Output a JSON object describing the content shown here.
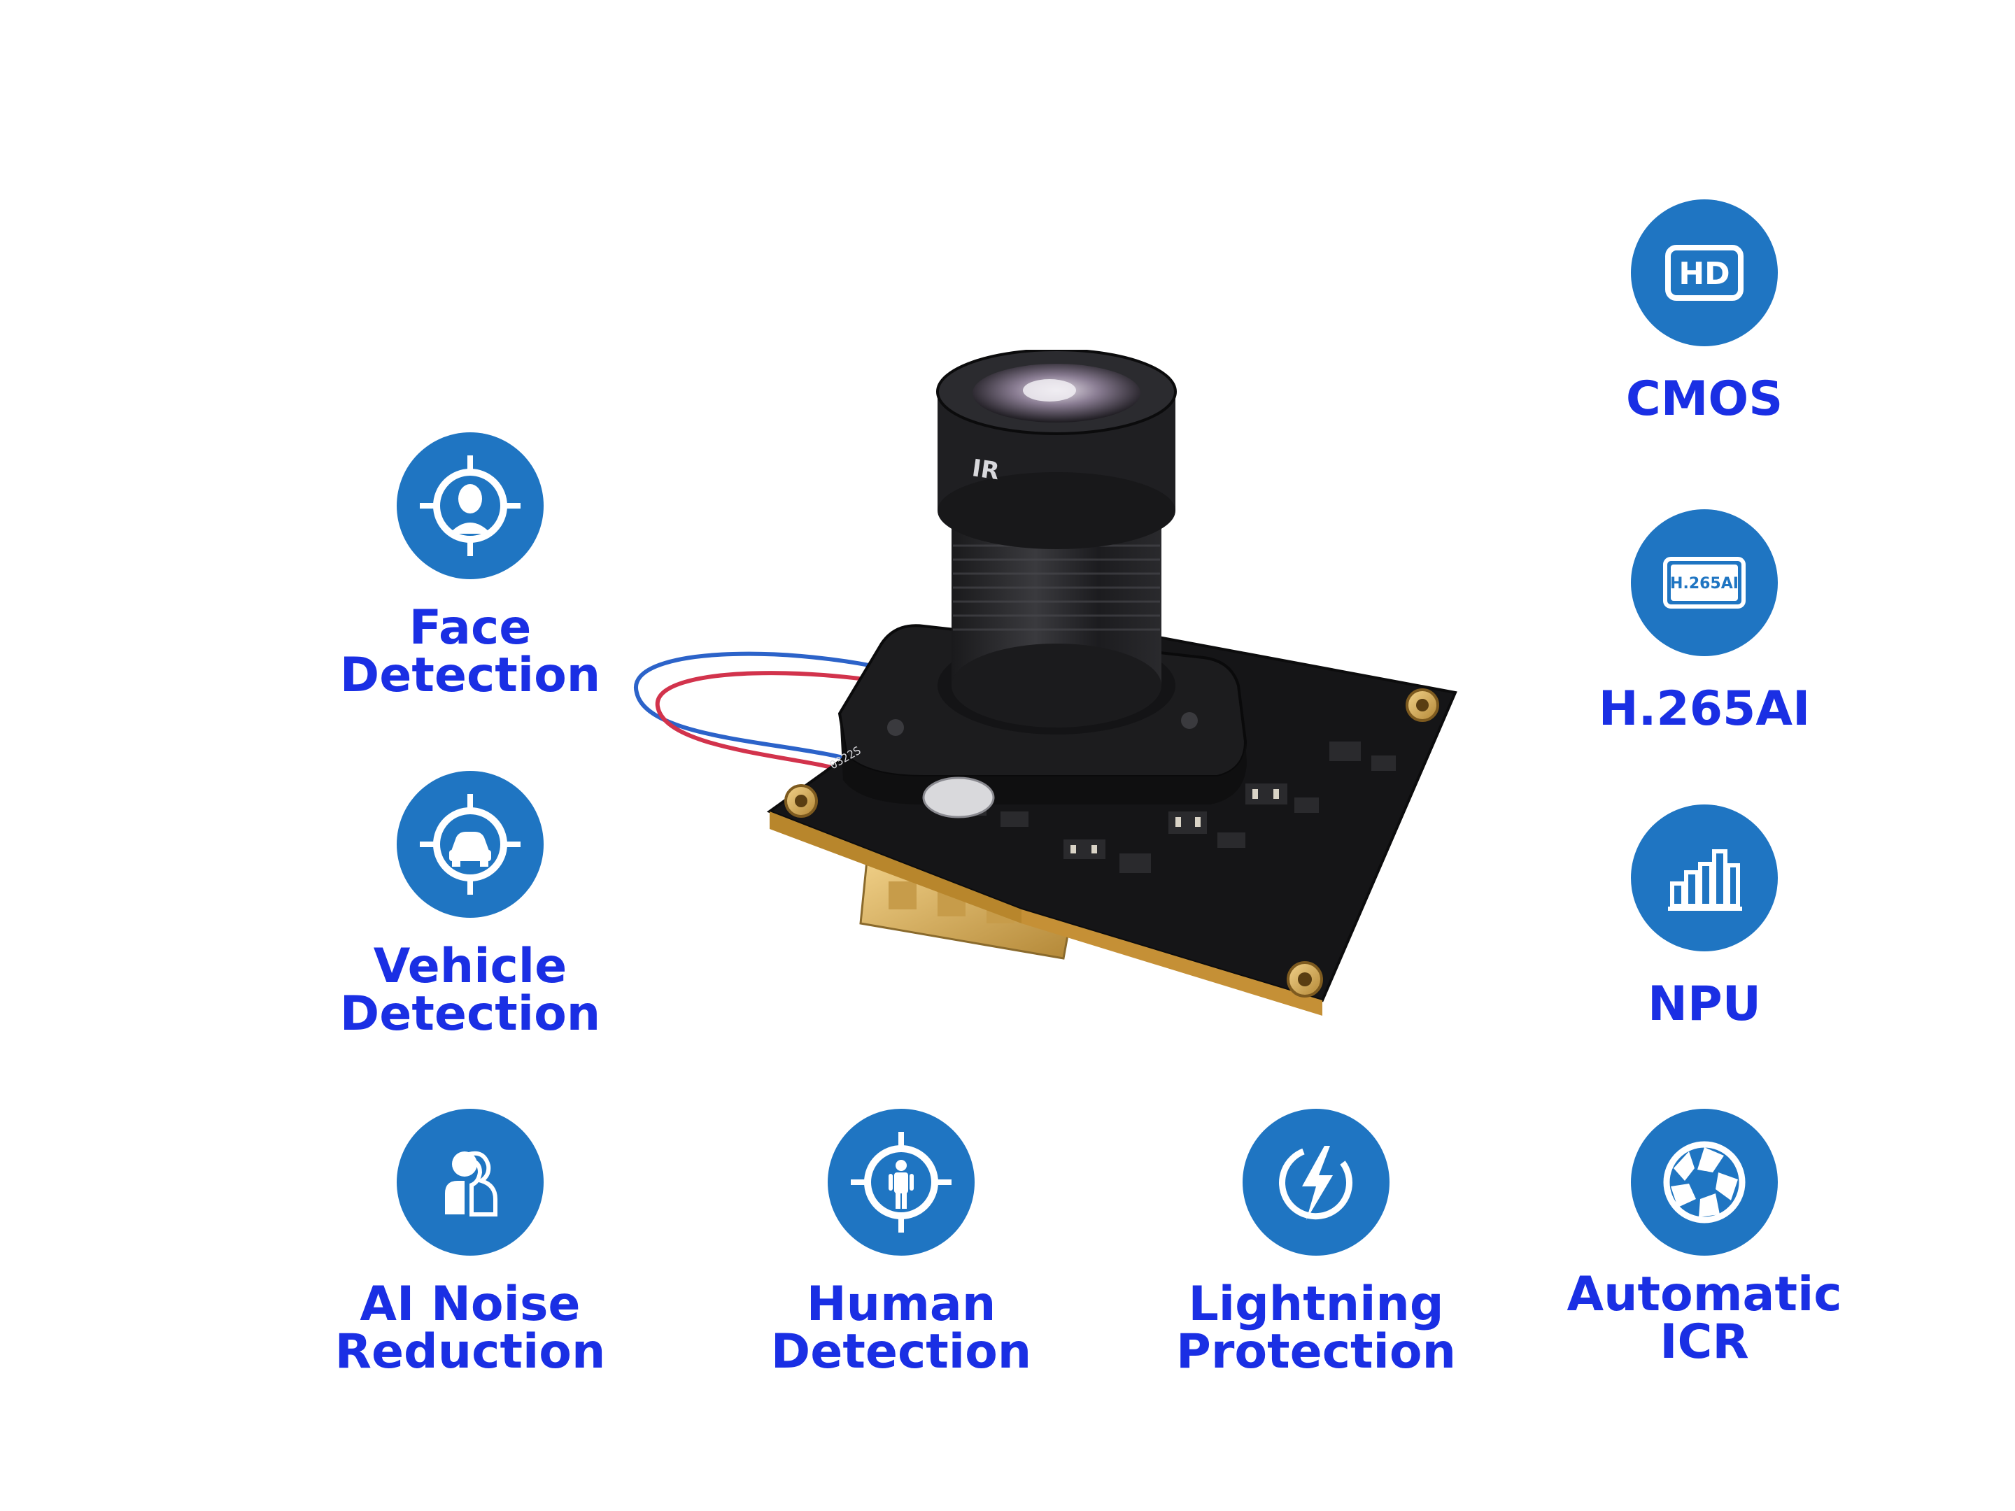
{
  "colors": {
    "icon_bg": "#1f75c2",
    "label_text": "#1a2fe4",
    "background": "#ffffff"
  },
  "product": {
    "lens_marking": "IR",
    "board_marking": "0322S"
  },
  "features": {
    "face": {
      "icon": "face-target-icon",
      "line1": "Face",
      "line2": "Detection"
    },
    "vehicle": {
      "icon": "vehicle-target-icon",
      "line1": "Vehicle",
      "line2": "Detection"
    },
    "noise": {
      "icon": "ai-noise-person-icon",
      "line1": "AI Noise",
      "line2": "Reduction"
    },
    "human": {
      "icon": "human-target-icon",
      "line1": "Human",
      "line2": "Detection"
    },
    "lightning": {
      "icon": "lightning-bolt-icon",
      "line1": "Lightning",
      "line2": "Protection"
    },
    "icr": {
      "icon": "aperture-shutter-icon",
      "line1": "Automatic",
      "line2": "ICR"
    },
    "cmos": {
      "icon": "hd-icon",
      "icon_text": "HD",
      "line1": "CMOS"
    },
    "h265": {
      "icon": "h265-icon",
      "icon_text": "H.265AI",
      "line1": "H.265AI"
    },
    "npu": {
      "icon": "npu-bars-icon",
      "line1": "NPU"
    }
  }
}
